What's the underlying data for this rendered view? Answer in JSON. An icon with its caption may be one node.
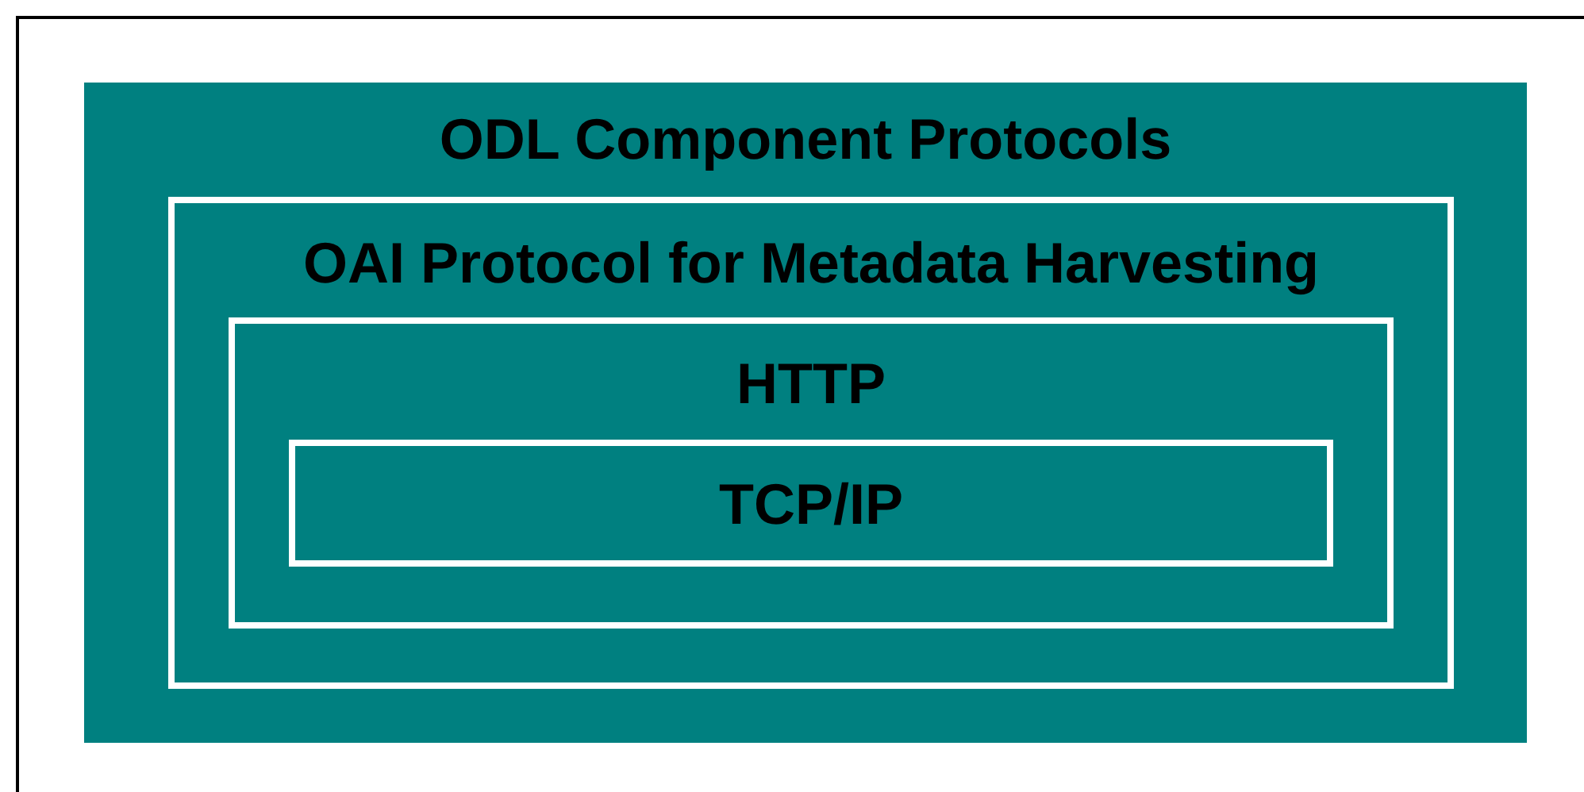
{
  "diagram": {
    "nodes": [
      {
        "text": [
          "ODL Component Protocols"
        ]
      },
      {
        "text": [
          "OAI Protocol for Metadata Harvesting"
        ],
        "in": 0
      },
      {
        "text": [
          "HTTP"
        ],
        "in": 1
      },
      {
        "text": [
          "TCP/IP"
        ],
        "in": 2
      }
    ]
  }
}
